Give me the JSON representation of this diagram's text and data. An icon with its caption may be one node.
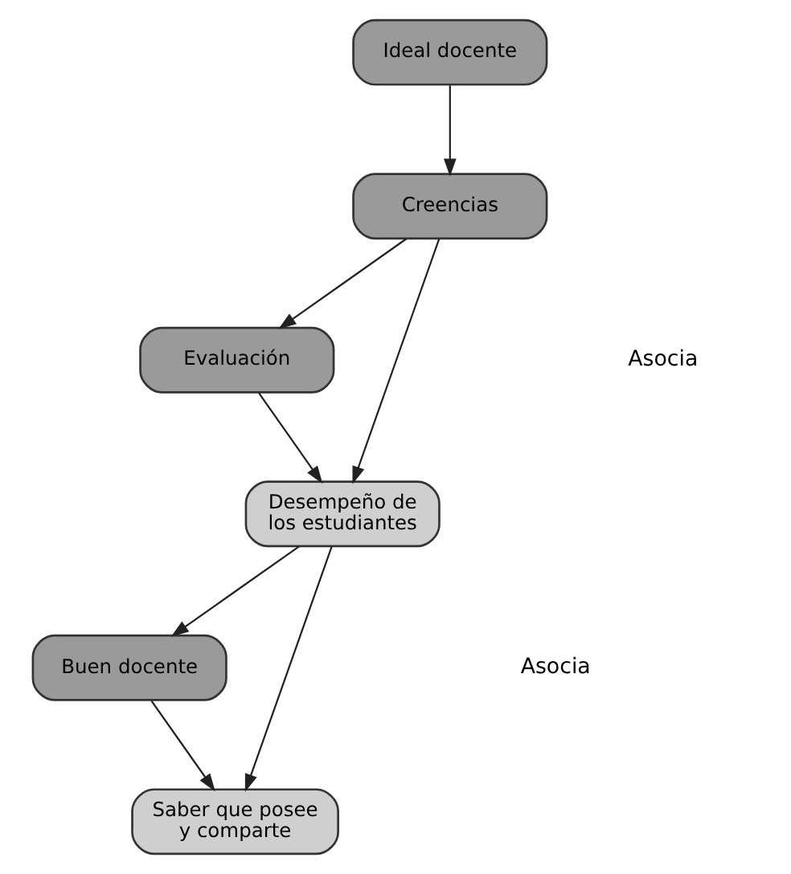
{
  "diagram": {
    "nodes": [
      {
        "text": [
          "Ideal docente"
        ]
      },
      {
        "text": [
          "Creencias"
        ]
      },
      {
        "text": [
          "Evaluación"
        ]
      },
      {
        "text": [
          "Desempeño de los estudiantes"
        ]
      },
      {
        "text": [
          "Buen docente"
        ]
      },
      {
        "text": [
          "Saber que posee y comparte"
        ]
      }
    ],
    "edges": [
      {
        "from": 0,
        "to": 1,
        "arrow": "to"
      },
      {
        "from": 1,
        "to": 2,
        "arrow": "to"
      },
      {
        "from": 1,
        "to": 3,
        "arrow": "to"
      },
      {
        "from": 2,
        "to": 3,
        "arrow": "to"
      },
      {
        "from": 3,
        "to": 4,
        "arrow": "to"
      },
      {
        "from": 3,
        "to": 5,
        "arrow": "to"
      },
      {
        "from": 4,
        "to": 5,
        "arrow": "to"
      }
    ],
    "labels": [
      "Asocia",
      "Asocia"
    ]
  }
}
